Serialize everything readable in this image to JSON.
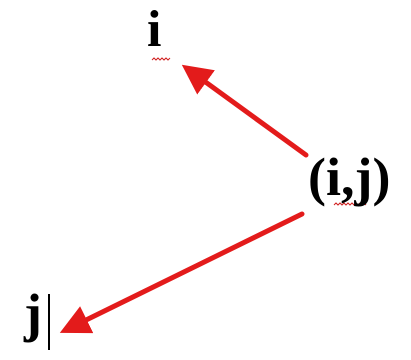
{
  "labels": {
    "top": "i",
    "pair": "(i,j)",
    "bottom": "j"
  },
  "colors": {
    "arrow": "#e31b1b",
    "text": "#000000",
    "spellcheck": "#d02020"
  }
}
